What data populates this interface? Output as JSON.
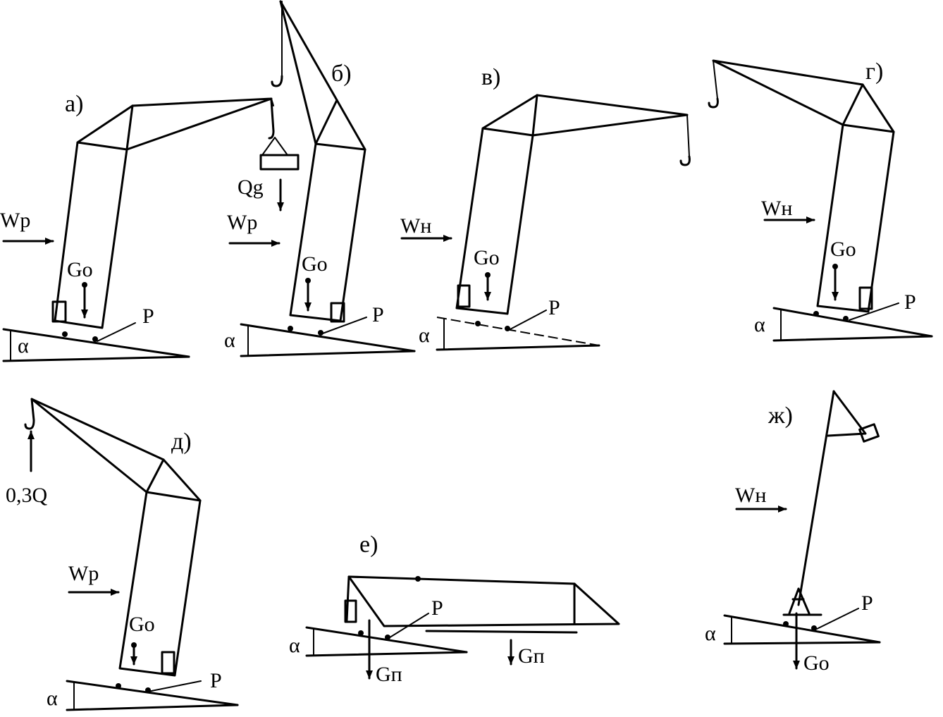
{
  "panels": [
    {
      "id": "a",
      "label": "а)",
      "forces": {
        "wind": "Wp",
        "weight": "Go",
        "pressure": "P",
        "angle": "α"
      }
    },
    {
      "id": "b",
      "label": "б)",
      "forces": {
        "load": "Qg",
        "wind": "Wp",
        "weight": "Go",
        "pressure": "P",
        "angle": "α"
      }
    },
    {
      "id": "v",
      "label": "в)",
      "forces": {
        "wind": "Wн",
        "weight": "Go",
        "pressure": "P",
        "angle": "α"
      }
    },
    {
      "id": "g",
      "label": "г)",
      "forces": {
        "wind": "Wн",
        "weight": "Go",
        "pressure": "P",
        "angle": "α"
      }
    },
    {
      "id": "d",
      "label": "д)",
      "forces": {
        "lift": "0,3Q",
        "wind": "Wp",
        "weight": "Go",
        "pressure": "P",
        "angle": "α"
      }
    },
    {
      "id": "e",
      "label": "е)",
      "forces": {
        "pressure": "P",
        "angle": "α",
        "weight1": "Gп",
        "weight2": "Gп"
      }
    },
    {
      "id": "zh",
      "label": "ж)",
      "forces": {
        "wind": "Wн",
        "pressure": "P",
        "angle": "α",
        "weight": "Go"
      }
    }
  ]
}
